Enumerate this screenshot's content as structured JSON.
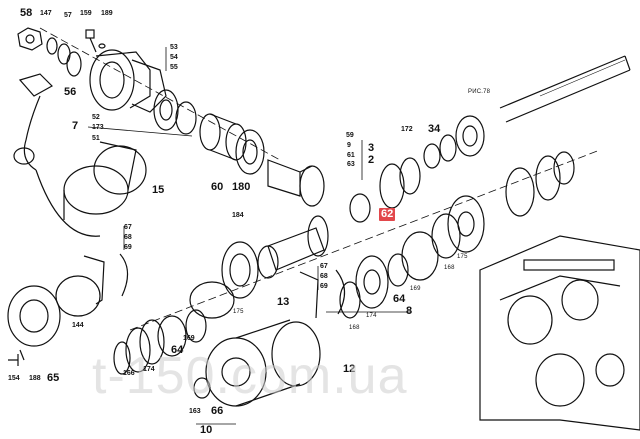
{
  "title": "",
  "highlight_color": "#e2474b",
  "watermark": "t-150.com.ua",
  "figure_ref": "РИС.78",
  "callouts": {
    "p58": "58",
    "p147": "147",
    "p57": "57",
    "p159": "159",
    "p189": "189",
    "p53": "53",
    "p54": "54",
    "p55": "55",
    "p56": "56",
    "p52": "52",
    "p7": "7",
    "p173": "173",
    "p51": "51",
    "p60": "60",
    "p180": "180",
    "p15": "15",
    "p184": "184",
    "p59": "59",
    "p9": "9",
    "p61": "61",
    "p63": "63",
    "p3": "3",
    "p2": "2",
    "p172": "172",
    "p34": "34",
    "p62": "62",
    "p67a": "67",
    "p68a": "68",
    "p69a": "69",
    "p67b": "67",
    "p68b": "68",
    "p69b": "69",
    "p144": "144",
    "p175a": "175",
    "p13": "13",
    "p166": "166",
    "p174a": "174",
    "p64a": "64",
    "p169a": "169",
    "p168a": "168",
    "p174b": "174",
    "p64b": "64",
    "p169b": "169",
    "p8": "8",
    "p175b": "175",
    "p168b": "168",
    "p12": "12",
    "p154": "154",
    "p188": "188",
    "p65": "65",
    "p163": "163",
    "p66": "66",
    "p10": "10"
  }
}
